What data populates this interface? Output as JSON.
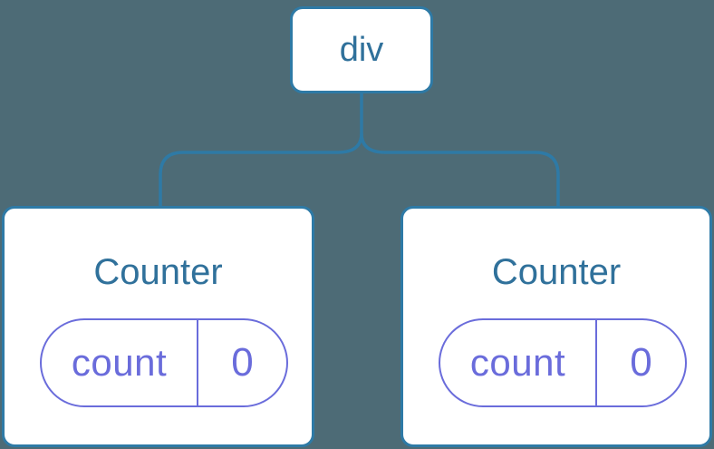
{
  "colors": {
    "background": "#4D6B76",
    "line_blue": "#2E7AA6",
    "text_blue": "#30719B",
    "purple": "#6A6CDB",
    "card_bg": "#FFFFFF"
  },
  "tree": {
    "root": {
      "label": "div"
    },
    "children": [
      {
        "title": "Counter",
        "state_key": "count",
        "state_value": "0"
      },
      {
        "title": "Counter",
        "state_key": "count",
        "state_value": "0"
      }
    ]
  }
}
